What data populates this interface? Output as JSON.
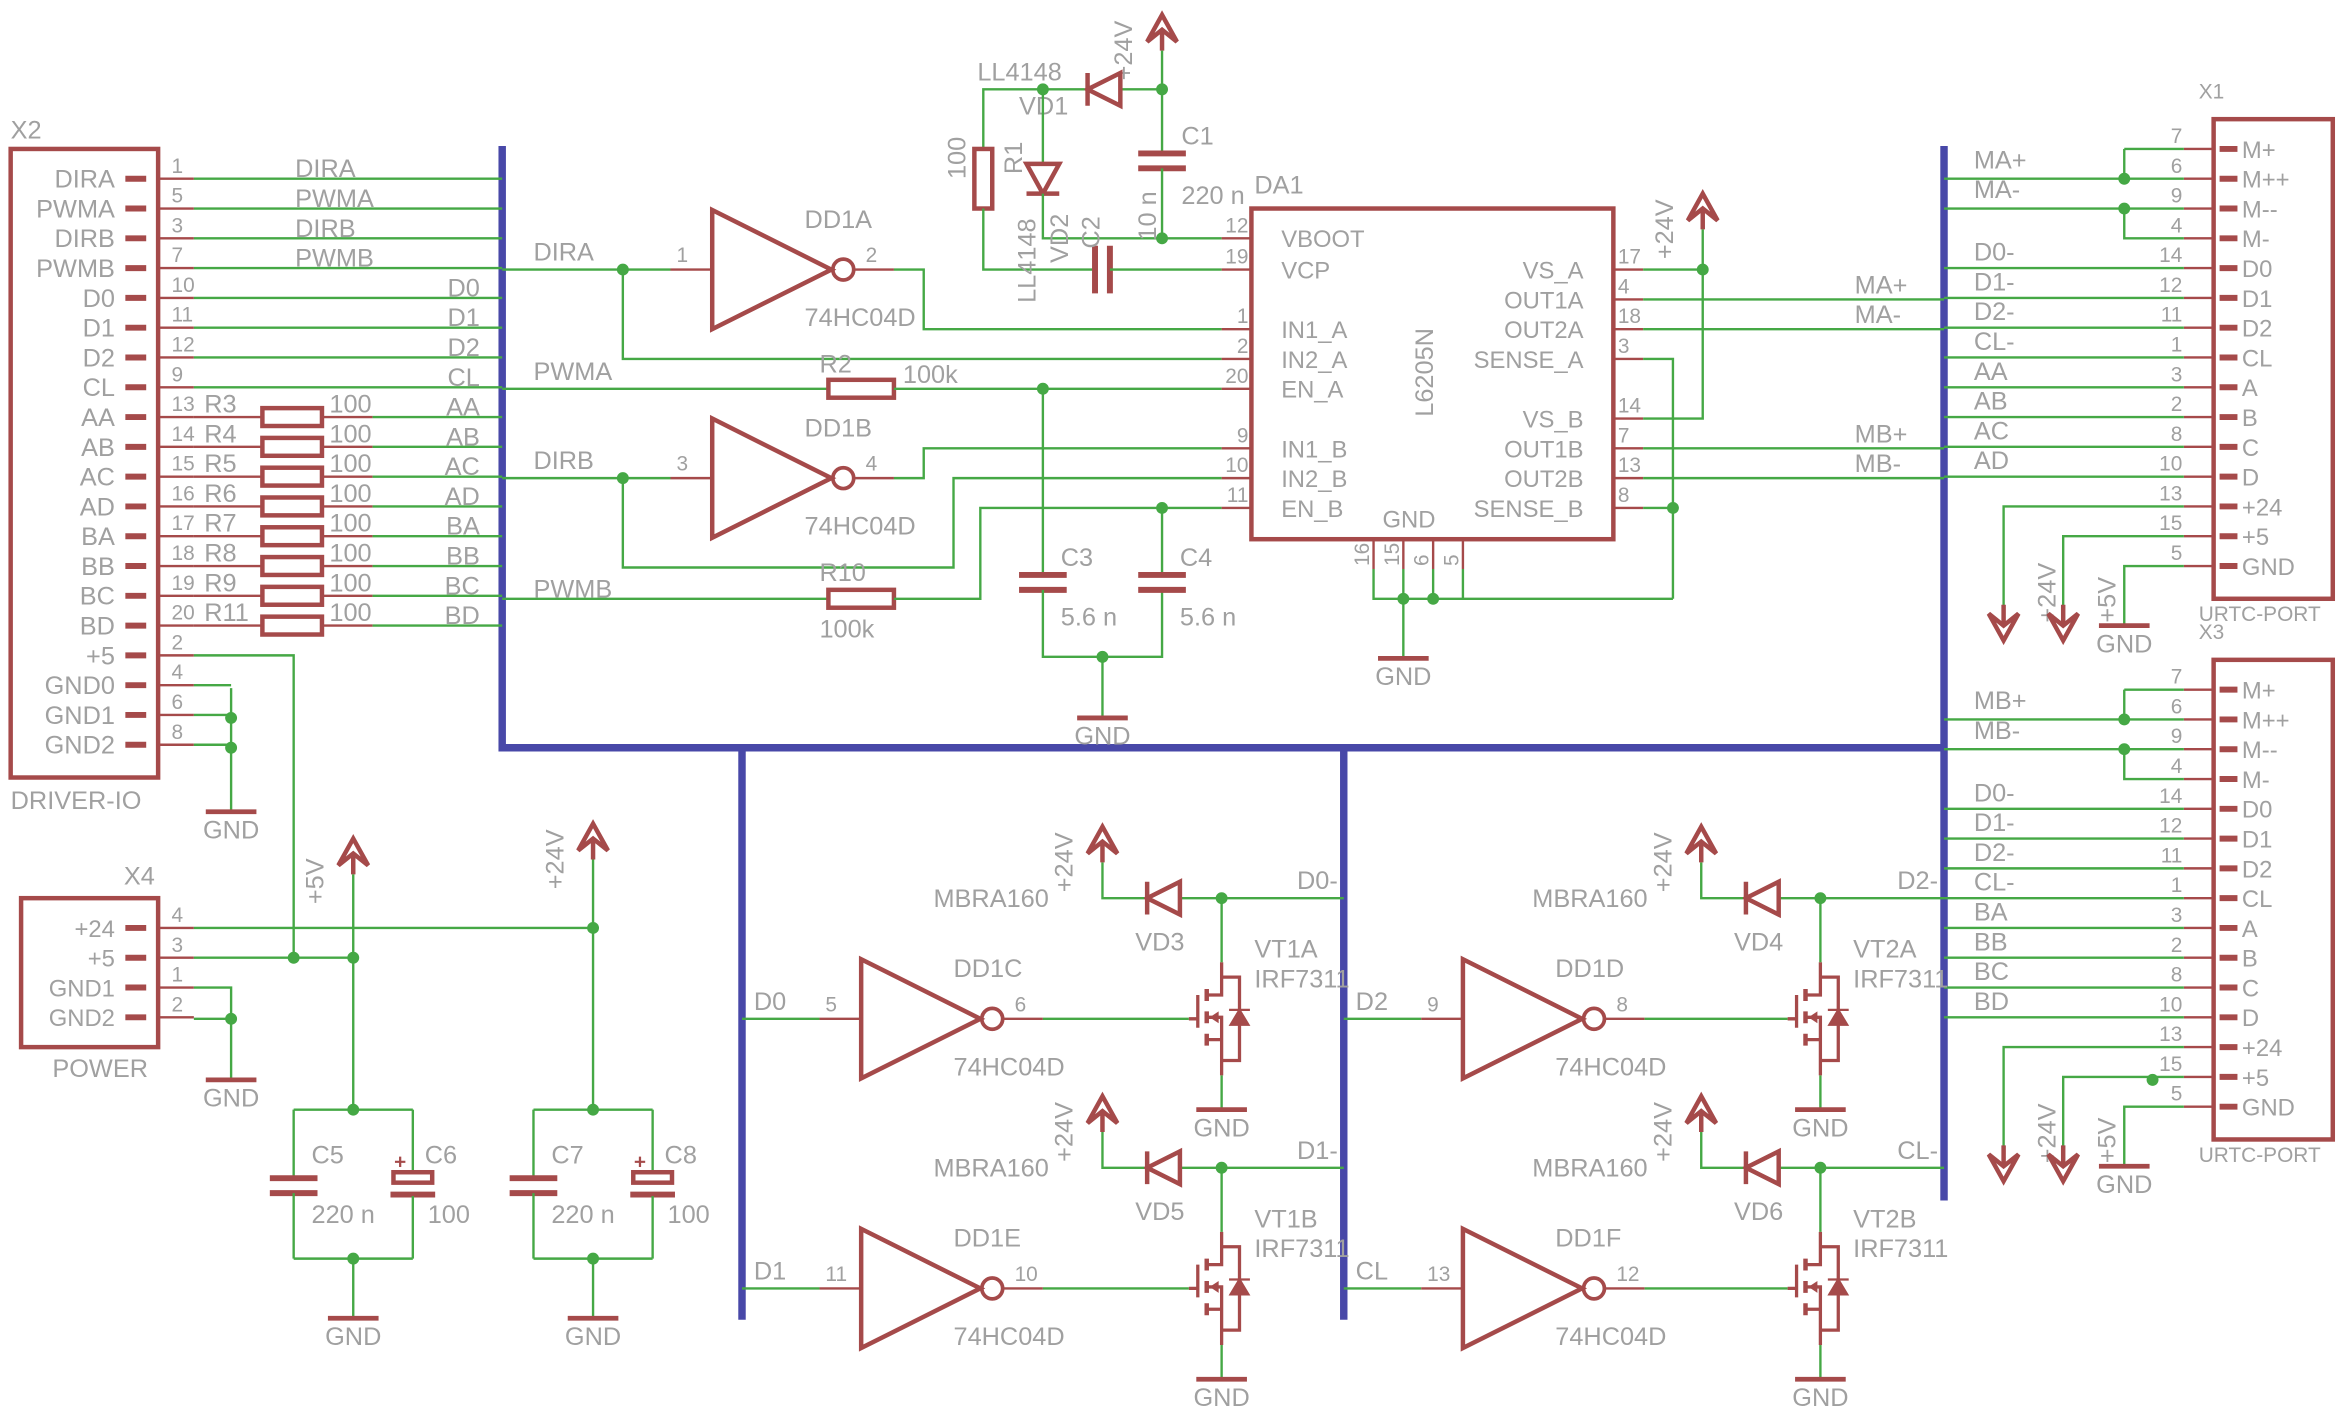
{
  "colors": {
    "wire": "#45a845",
    "component": "#a54a4a",
    "bus": "#4848a8",
    "text": "#a0a0a0",
    "junction": "#45a845"
  },
  "power": {
    "p24": "+24V",
    "p5": "+5V",
    "gnd": "GND"
  },
  "x2": {
    "ref": "X2",
    "name": "DRIVER-IO",
    "pins": [
      {
        "name": "DIRA",
        "num": "1"
      },
      {
        "name": "PWMA",
        "num": "5"
      },
      {
        "name": "DIRB",
        "num": "3"
      },
      {
        "name": "PWMB",
        "num": "7"
      },
      {
        "name": "D0",
        "num": "10"
      },
      {
        "name": "D1",
        "num": "11"
      },
      {
        "name": "D2",
        "num": "12"
      },
      {
        "name": "CL",
        "num": "9"
      },
      {
        "name": "AA",
        "num": "13"
      },
      {
        "name": "AB",
        "num": "14"
      },
      {
        "name": "AC",
        "num": "15"
      },
      {
        "name": "AD",
        "num": "16"
      },
      {
        "name": "BA",
        "num": "17"
      },
      {
        "name": "BB",
        "num": "18"
      },
      {
        "name": "BC",
        "num": "19"
      },
      {
        "name": "BD",
        "num": "20"
      },
      {
        "name": "+5",
        "num": "2"
      },
      {
        "name": "GND0",
        "num": "4"
      },
      {
        "name": "GND1",
        "num": "6"
      },
      {
        "name": "GND2",
        "num": "8"
      }
    ],
    "nets": [
      "DIRA",
      "PWMA",
      "DIRB",
      "PWMB",
      "D0",
      "D1",
      "D2",
      "CL",
      "AA",
      "AB",
      "AC",
      "AD",
      "BA",
      "BB",
      "BC",
      "BD"
    ]
  },
  "r_bank": [
    {
      "ref": "R3",
      "value": "100"
    },
    {
      "ref": "R4",
      "value": "100"
    },
    {
      "ref": "R5",
      "value": "100"
    },
    {
      "ref": "R6",
      "value": "100"
    },
    {
      "ref": "R7",
      "value": "100"
    },
    {
      "ref": "R8",
      "value": "100"
    },
    {
      "ref": "R9",
      "value": "100"
    },
    {
      "ref": "R11",
      "value": "100"
    }
  ],
  "bus_nets": {
    "dira": "DIRA",
    "pwma": "PWMA",
    "dirb": "DIRB",
    "pwmb": "PWMB"
  },
  "dd1a": {
    "ref": "DD1A",
    "type": "74HC04D",
    "in": "1",
    "out": "2"
  },
  "dd1b": {
    "ref": "DD1B",
    "type": "74HC04D",
    "in": "3",
    "out": "4"
  },
  "r2": {
    "ref": "R2",
    "value": "100k"
  },
  "r10": {
    "ref": "R10",
    "value": "100k"
  },
  "c3": {
    "ref": "C3",
    "value": "5.6 n"
  },
  "c4": {
    "ref": "C4",
    "value": "5.6 n"
  },
  "vd1": {
    "ref": "VD1",
    "value": "LL4148"
  },
  "vd2": {
    "ref": "VD2",
    "value": "LL4148"
  },
  "r1": {
    "ref": "R1",
    "value": "100"
  },
  "c1": {
    "ref": "C1",
    "value": "220 n"
  },
  "c2": {
    "ref": "C2",
    "value": "10 n"
  },
  "da1": {
    "ref": "DA1",
    "type": "L6205N",
    "gnd_label": "GND",
    "left_pins": [
      {
        "name": "VBOOT",
        "num": "12"
      },
      {
        "name": "VCP",
        "num": "19"
      },
      {
        "name": "IN1_A",
        "num": "1"
      },
      {
        "name": "IN2_A",
        "num": "2"
      },
      {
        "name": "EN_A",
        "num": "20"
      },
      {
        "name": "IN1_B",
        "num": "9"
      },
      {
        "name": "IN2_B",
        "num": "10"
      },
      {
        "name": "EN_B",
        "num": "11"
      }
    ],
    "right_pins": [
      {
        "name": "VS_A",
        "num": "17"
      },
      {
        "name": "OUT1A",
        "num": "4"
      },
      {
        "name": "OUT2A",
        "num": "18"
      },
      {
        "name": "SENSE_A",
        "num": "3"
      },
      {
        "name": "VS_B",
        "num": "14"
      },
      {
        "name": "OUT1B",
        "num": "7"
      },
      {
        "name": "OUT2B",
        "num": "13"
      },
      {
        "name": "SENSE_B",
        "num": "8"
      }
    ],
    "bottom_pins": [
      "16",
      "15",
      "6",
      "5"
    ]
  },
  "out_nets": [
    "MA+",
    "MA-",
    "MB+",
    "MB-"
  ],
  "x1": {
    "ref": "X1",
    "name": "URTC-PORT",
    "pins": [
      {
        "name": "M+",
        "num": "7"
      },
      {
        "name": "M++",
        "num": "6"
      },
      {
        "name": "M--",
        "num": "9"
      },
      {
        "name": "M-",
        "num": "4"
      },
      {
        "name": "D0",
        "num": "14"
      },
      {
        "name": "D1",
        "num": "12"
      },
      {
        "name": "D2",
        "num": "11"
      },
      {
        "name": "CL",
        "num": "1"
      },
      {
        "name": "A",
        "num": "3"
      },
      {
        "name": "B",
        "num": "2"
      },
      {
        "name": "C",
        "num": "8"
      },
      {
        "name": "D",
        "num": "10"
      },
      {
        "name": "+24",
        "num": "13"
      },
      {
        "name": "+5",
        "num": "15"
      },
      {
        "name": "GND",
        "num": "5"
      }
    ],
    "nets": [
      "MA+",
      "MA-",
      "D0-",
      "D1-",
      "D2-",
      "CL-",
      "AA",
      "AB",
      "AC",
      "AD"
    ]
  },
  "x3": {
    "ref": "X3",
    "name": "URTC-PORT",
    "pins": [
      {
        "name": "M+",
        "num": "7"
      },
      {
        "name": "M++",
        "num": "6"
      },
      {
        "name": "M--",
        "num": "9"
      },
      {
        "name": "M-",
        "num": "4"
      },
      {
        "name": "D0",
        "num": "14"
      },
      {
        "name": "D1",
        "num": "12"
      },
      {
        "name": "D2",
        "num": "11"
      },
      {
        "name": "CL",
        "num": "1"
      },
      {
        "name": "A",
        "num": "3"
      },
      {
        "name": "B",
        "num": "2"
      },
      {
        "name": "C",
        "num": "8"
      },
      {
        "name": "D",
        "num": "10"
      },
      {
        "name": "+24",
        "num": "13"
      },
      {
        "name": "+5",
        "num": "15"
      },
      {
        "name": "GND",
        "num": "5"
      }
    ],
    "nets": [
      "MB+",
      "MB-",
      "D0-",
      "D1-",
      "D2-",
      "CL-",
      "BA",
      "BB",
      "BC",
      "BD"
    ]
  },
  "x4": {
    "ref": "X4",
    "name": "POWER",
    "pins": [
      {
        "name": "+24",
        "num": "4"
      },
      {
        "name": "+5",
        "num": "3"
      },
      {
        "name": "GND1",
        "num": "1"
      },
      {
        "name": "GND2",
        "num": "2"
      }
    ]
  },
  "c5": {
    "ref": "C5",
    "value": "220 n"
  },
  "c6": {
    "ref": "C6",
    "value": "100"
  },
  "c7": {
    "ref": "C7",
    "value": "220 n"
  },
  "c8": {
    "ref": "C8",
    "value": "100"
  },
  "drivers": [
    {
      "inv": {
        "ref": "DD1C",
        "type": "74HC04D",
        "in": "5",
        "out": "6"
      },
      "in_net": "D0",
      "out_net": "D0-",
      "diode": {
        "ref": "VD3",
        "value": "MBRA160"
      },
      "fet": {
        "ref": "VT1A",
        "value": "IRF7311"
      }
    },
    {
      "inv": {
        "ref": "DD1E",
        "type": "74HC04D",
        "in": "11",
        "out": "10"
      },
      "in_net": "D1",
      "out_net": "D1-",
      "diode": {
        "ref": "VD5",
        "value": "MBRA160"
      },
      "fet": {
        "ref": "VT1B",
        "value": "IRF7311"
      }
    },
    {
      "inv": {
        "ref": "DD1D",
        "type": "74HC04D",
        "in": "9",
        "out": "8"
      },
      "in_net": "D2",
      "out_net": "D2-",
      "diode": {
        "ref": "VD4",
        "value": "MBRA160"
      },
      "fet": {
        "ref": "VT2A",
        "value": "IRF7311"
      }
    },
    {
      "inv": {
        "ref": "DD1F",
        "type": "74HC04D",
        "in": "13",
        "out": "12"
      },
      "in_net": "CL",
      "out_net": "CL-",
      "diode": {
        "ref": "VD6",
        "value": "MBRA160"
      },
      "fet": {
        "ref": "VT2B",
        "value": "IRF7311"
      }
    }
  ]
}
